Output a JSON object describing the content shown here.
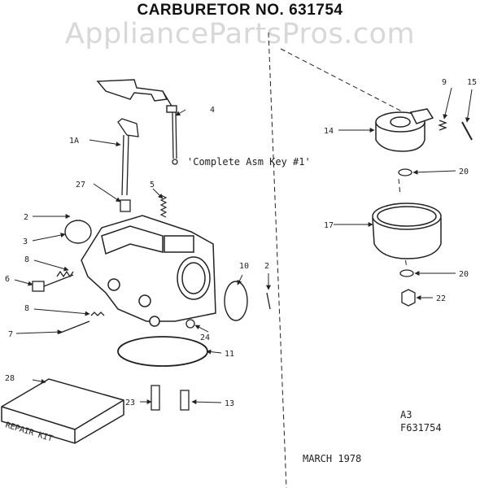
{
  "header": {
    "title": "CARBURETOR NO. 631754",
    "watermark": "AppliancePartsPros.com"
  },
  "notes": {
    "complete_asm": "'Complete Asm Key #1'",
    "code_a": "A3",
    "code_b": "F631754",
    "date": "MARCH 1978",
    "kit_label": "REPAIR KIT"
  },
  "callouts": {
    "c_1a": "1A",
    "c_2a": "2",
    "c_2b": "2",
    "c_3": "3",
    "c_4": "4",
    "c_5": "5",
    "c_6": "6",
    "c_7": "7",
    "c_8a": "8",
    "c_8b": "8",
    "c_9": "9",
    "c_10": "10",
    "c_11": "11",
    "c_13": "13",
    "c_14": "14",
    "c_15": "15",
    "c_17": "17",
    "c_20a": "20",
    "c_20b": "20",
    "c_22": "22",
    "c_23": "23",
    "c_24": "24",
    "c_27": "27",
    "c_28": "28"
  }
}
